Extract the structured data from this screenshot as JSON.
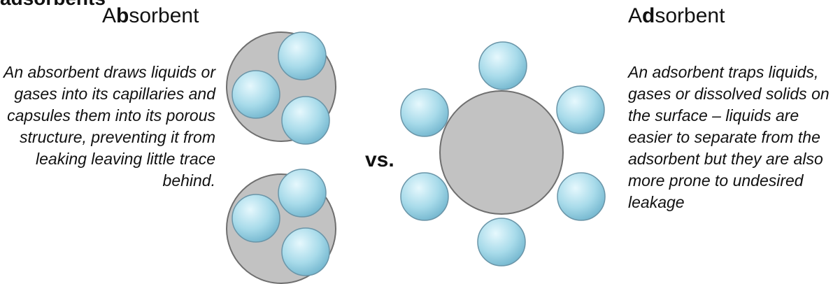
{
  "header": {
    "title_fragment": "adsorbents"
  },
  "absorbent": {
    "title_pre": "A",
    "title_bold": "b",
    "title_post": "sorbent",
    "description": "An absorbent draws liquids or gases into its capillaries and capsules them into its porous structure, preventing it from leaking leaving little trace behind."
  },
  "adsorbent": {
    "title_pre": "A",
    "title_bold": "d",
    "title_post": "sorbent",
    "description": "An adsorbent traps liquids, gases or dissolved solids on the surface – liquids are easier to separate from the adsorbent but they are also more prone to undesired leakage"
  },
  "vs_label": "vs.",
  "colors": {
    "container_fill": "#c2c2c2",
    "container_stroke": "#6f6f6f",
    "particle_light": "#e6f8fd",
    "particle_mid": "#a8dbea",
    "particle_dark": "#6fb3cc",
    "particle_stroke": "#6a95a8"
  }
}
